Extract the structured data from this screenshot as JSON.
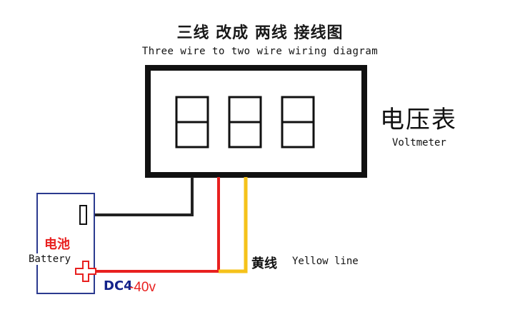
{
  "title": {
    "zh": "三线 改成 两线 接线图",
    "en": "Three wire to two wire wiring diagram"
  },
  "meter": {
    "zh": "电压表",
    "en": "Voltmeter",
    "display_digits": [
      "8",
      "8",
      "8"
    ]
  },
  "battery": {
    "zh": "电池",
    "en": "Battery",
    "negative_symbol": "minus-terminal",
    "positive_symbol": "plus-terminal"
  },
  "yellow_wire": {
    "zh": "黄线",
    "en": "Yellow line"
  },
  "supply": {
    "label": "DC4",
    "range": "-40v"
  },
  "colors": {
    "frame": "#111111",
    "battery_outline": "#2b3a8f",
    "red_wire": "#e8201f",
    "yellow_wire": "#f5c21a",
    "black_wire": "#222222",
    "battery_label": "#e8201f",
    "dc_label": "#13228a"
  }
}
